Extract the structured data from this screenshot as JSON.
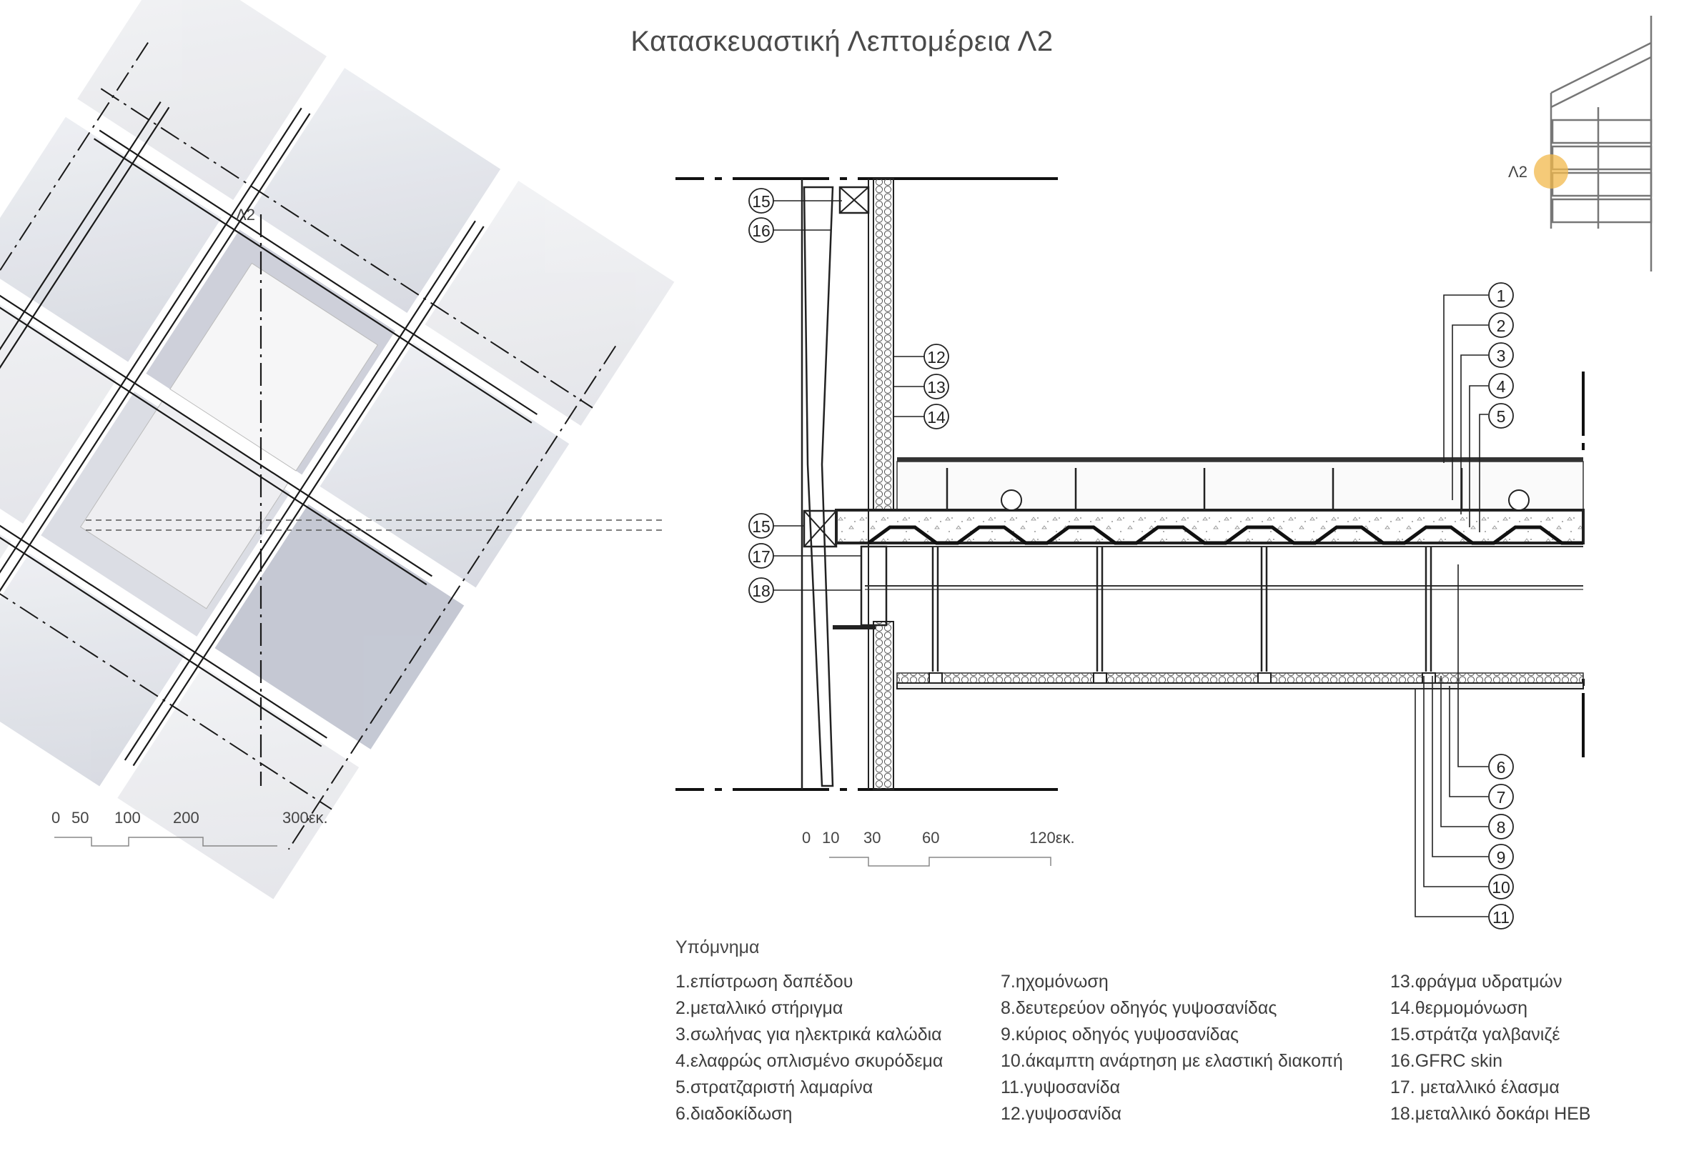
{
  "title": "Κατασκευαστική Λεπτομέρεια Λ2",
  "section_label": "Λ2",
  "keyplan_label": "Λ2",
  "plan_scale": [
    "0",
    "50",
    "100",
    "200",
    "300εκ."
  ],
  "section_scale": [
    "0",
    "10",
    "30",
    "60",
    "120εκ."
  ],
  "callouts": [
    "1",
    "2",
    "3",
    "4",
    "5",
    "6",
    "7",
    "8",
    "9",
    "10",
    "11",
    "12",
    "13",
    "14",
    "15",
    "16",
    "15",
    "17",
    "18"
  ],
  "legend": {
    "title": "Υπόμνημα",
    "col1": [
      "1.επίστρωση δαπέδου",
      "2.μεταλλικό στήριγμα",
      "3.σωλήνας για ηλεκτρικά καλώδια",
      "4.ελαφρώς οπλισμένο σκυρόδεμα",
      "5.στρατζαριστή λαμαρίνα",
      "6.διαδοκίδωση"
    ],
    "col2": [
      "7.ηχομόνωση",
      "8.δευτερεύον οδηγός γυψοσανίδας",
      "9.κύριος οδηγός γυψοσανίδας",
      "10.άκαμπτη ανάρτηση με ελαστική διακοπή",
      "11.γυψοσανίδα",
      "12.γυψοσανίδα"
    ],
    "col3": [
      "13.φράγμα υδρατμών",
      "14.θερμομόνωση",
      "15.στράτζα γαλβανιζέ",
      "16.GFRC skin",
      "17. μεταλλικό έλασμα",
      "18.μεταλλικό δοκάρι  HEB"
    ]
  },
  "colors": {
    "highlight": "#f2b84b",
    "line": "#1a1a1a",
    "text": "#3d3d3d"
  }
}
